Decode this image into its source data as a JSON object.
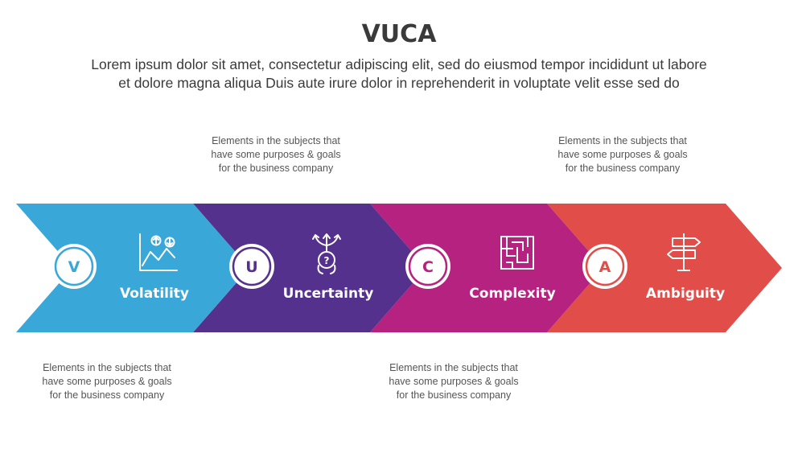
{
  "title": "VUCA",
  "subtitle_lines": [
    "Lorem ipsum dolor sit amet, consectetur adipiscing elit, sed do eiusmod tempor incididunt ut labore",
    "et dolore magna aliqua Duis aute irure dolor in reprehenderit in voluptate velit esse sed do"
  ],
  "segments": [
    {
      "letter": "V",
      "label": "Volatility",
      "color": "#3aa7d9",
      "icon": "chart-arrows-icon",
      "note_lines": [
        "Elements in the subjects that",
        "have  some purposes & goals",
        "for the  business company"
      ]
    },
    {
      "letter": "U",
      "label": "Uncertainty",
      "color": "#55318e",
      "icon": "question-arrows-icon",
      "note_lines": [
        "Elements in the subjects that",
        "have  some purposes & goals",
        "for the  business company"
      ]
    },
    {
      "letter": "C",
      "label": "Complexity",
      "color": "#b5227f",
      "icon": "maze-icon",
      "note_lines": [
        "Elements in the subjects that",
        "have  some purposes & goals",
        "for the  business company"
      ]
    },
    {
      "letter": "A",
      "label": "Ambiguity",
      "color": "#e14e49",
      "icon": "signpost-icon",
      "note_lines": [
        "Elements in the subjects that",
        "have  some purposes & goals",
        "for the  business company"
      ]
    }
  ]
}
